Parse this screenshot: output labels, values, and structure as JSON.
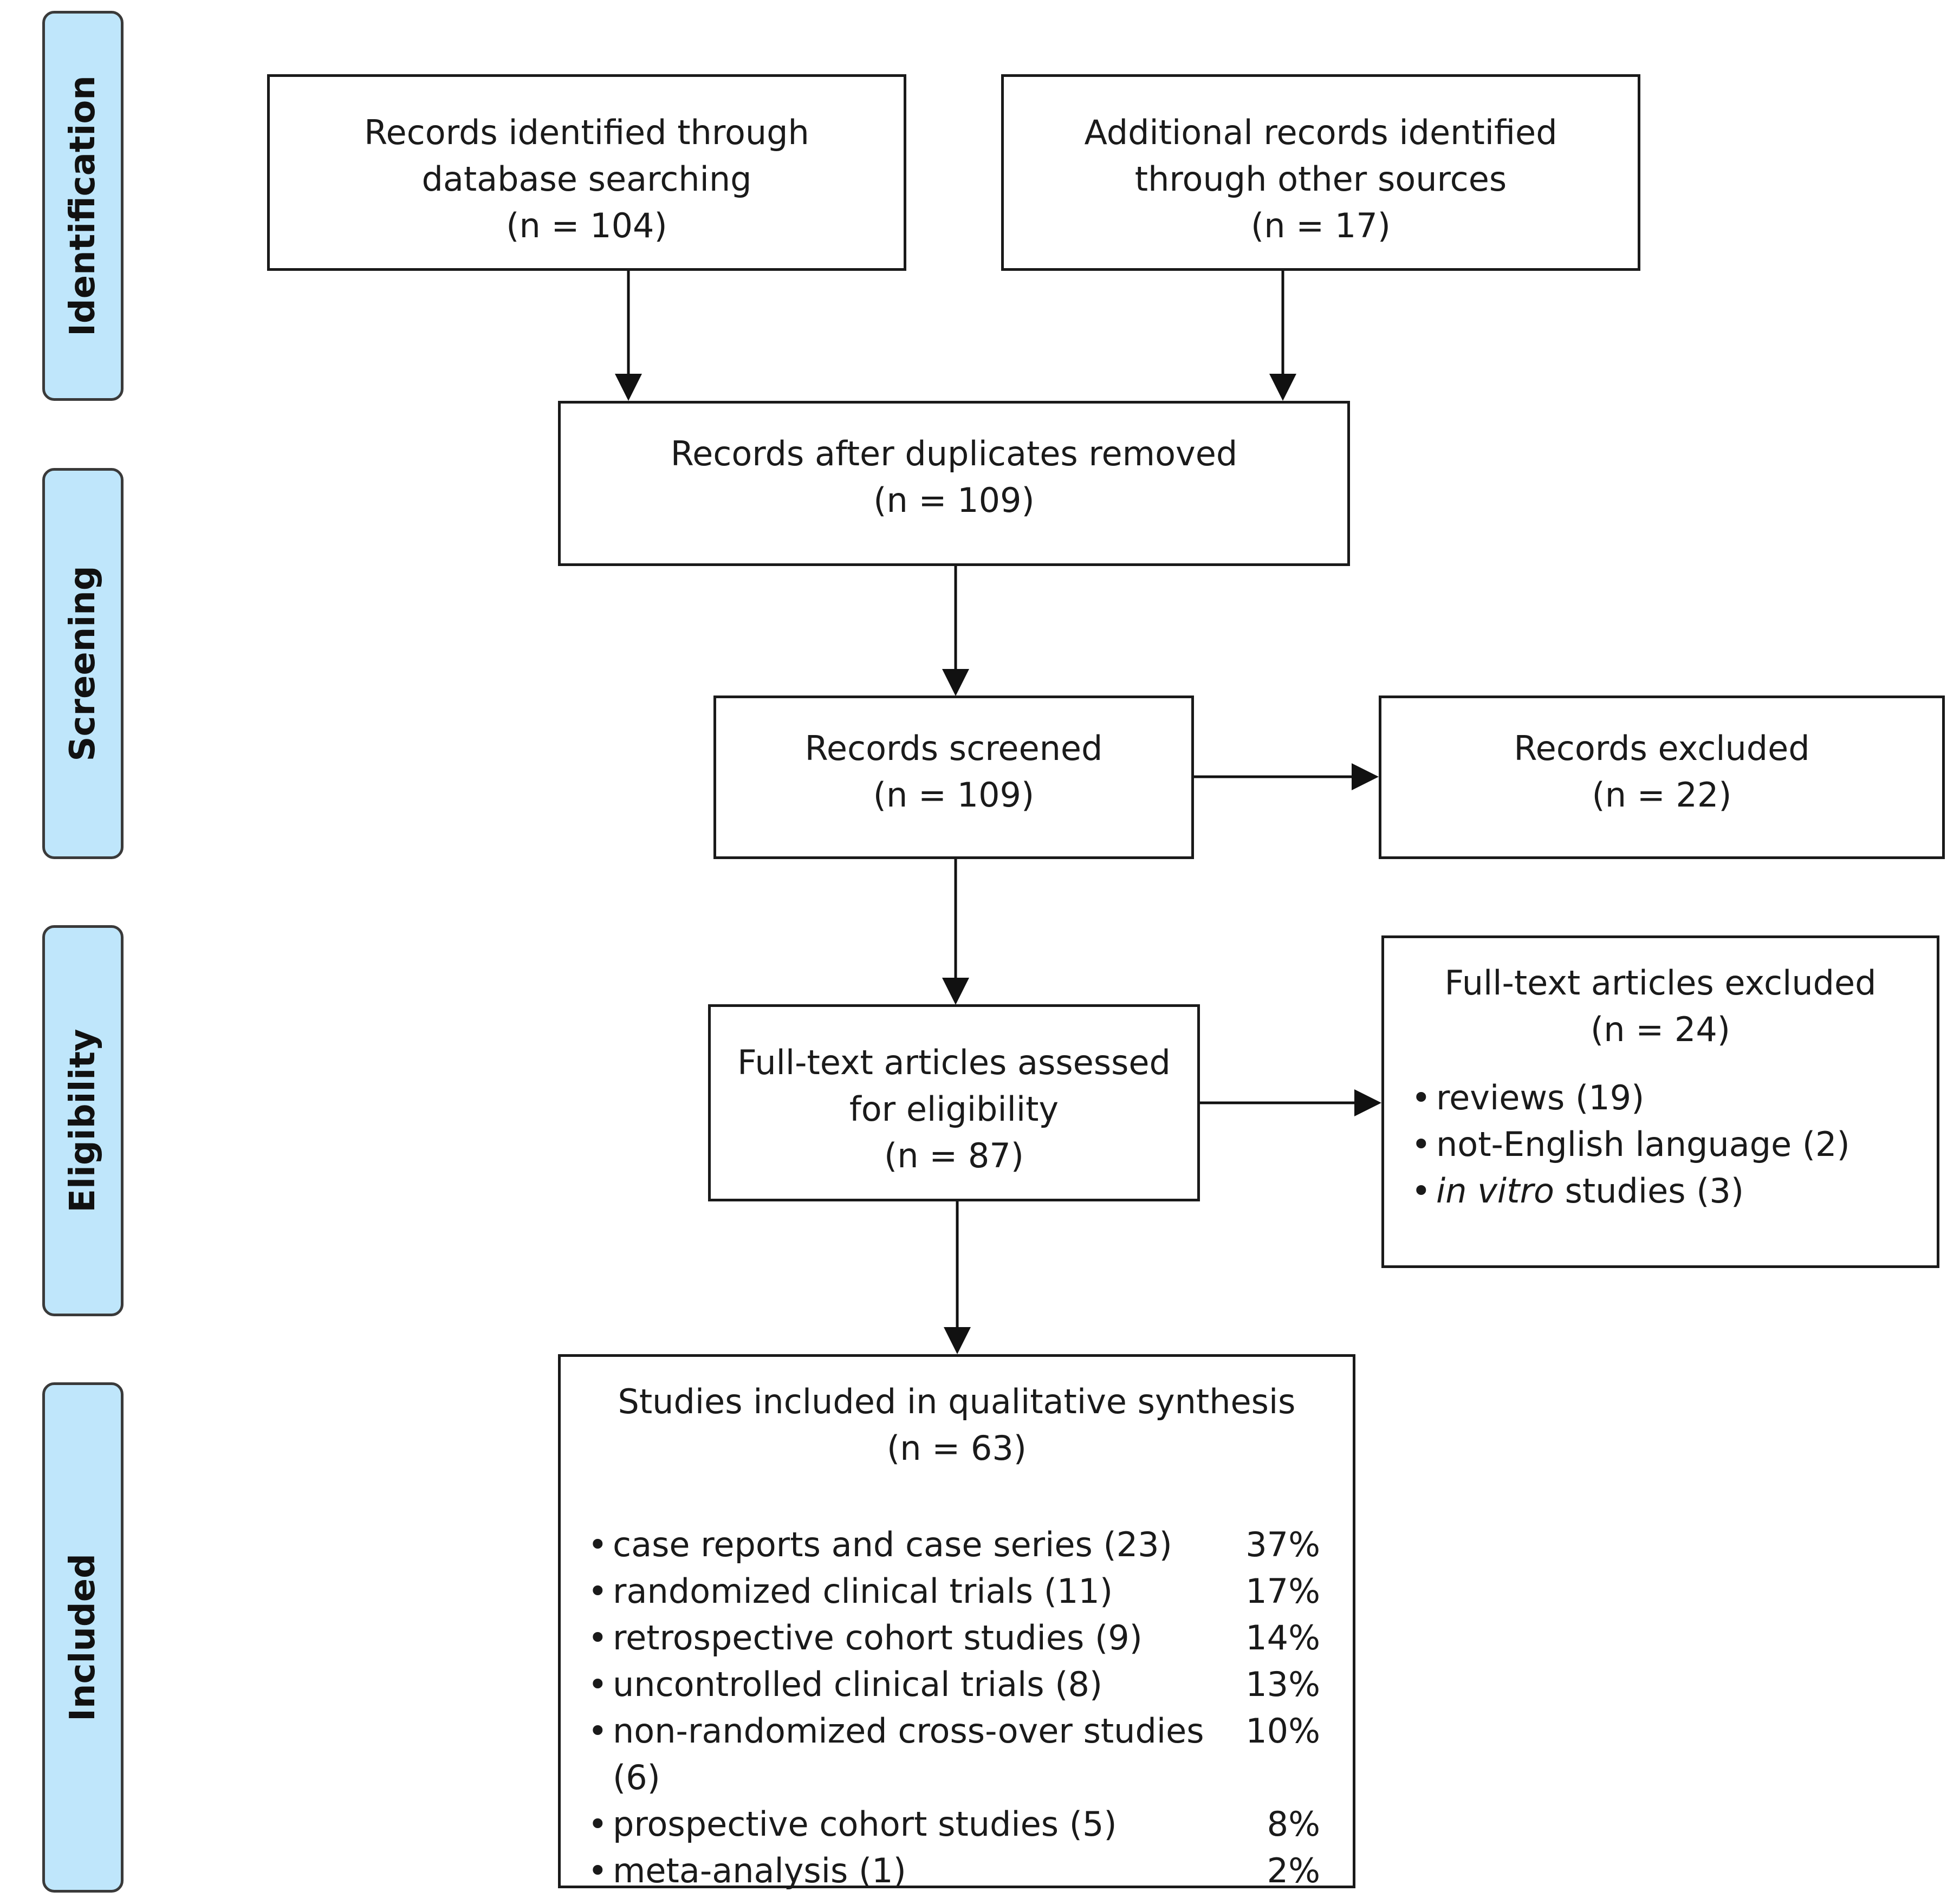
{
  "stages": {
    "identification": "Identification",
    "screening": "Screening",
    "eligibility": "Eligibility",
    "included": "Included"
  },
  "db_search": {
    "line1": "Records identified through",
    "line2": "database searching",
    "count": "(n = 104)"
  },
  "other_sources": {
    "line1": "Additional records identified",
    "line2": "through other sources",
    "count": "(n = 17)"
  },
  "after_duplicates": {
    "label": "Records after duplicates removed",
    "count": "(n = 109)"
  },
  "screened": {
    "label": "Records screened",
    "count": "(n = 109)"
  },
  "excluded": {
    "label": "Records excluded",
    "count": "(n = 22)"
  },
  "fulltext_assessed": {
    "line1": "Full-text articles assessed",
    "line2": "for eligibility",
    "count": "(n = 87)"
  },
  "fulltext_excluded": {
    "label": "Full-text articles excluded",
    "count": "(n = 24)",
    "reasons": [
      {
        "text": "reviews (19)"
      },
      {
        "text": "not-English language (2)"
      },
      {
        "italic": "in vitro",
        "text": " studies (3)"
      }
    ]
  },
  "included": {
    "label": "Studies included in qualitative synthesis",
    "count": "(n = 63)",
    "items": [
      {
        "text": "case reports and case series (23)",
        "pct": "37%"
      },
      {
        "text": "randomized clinical trials (11)",
        "pct": "17%"
      },
      {
        "text": "retrospective cohort studies (9)",
        "pct": "14%"
      },
      {
        "text": "uncontrolled clinical trials (8)",
        "pct": "13%"
      },
      {
        "text": "non-randomized cross-over studies (6)",
        "pct": "10%"
      },
      {
        "text": "prospective cohort studies (5)",
        "pct": "8%"
      },
      {
        "text": "meta-analysis (1)",
        "pct": "2%"
      }
    ]
  }
}
